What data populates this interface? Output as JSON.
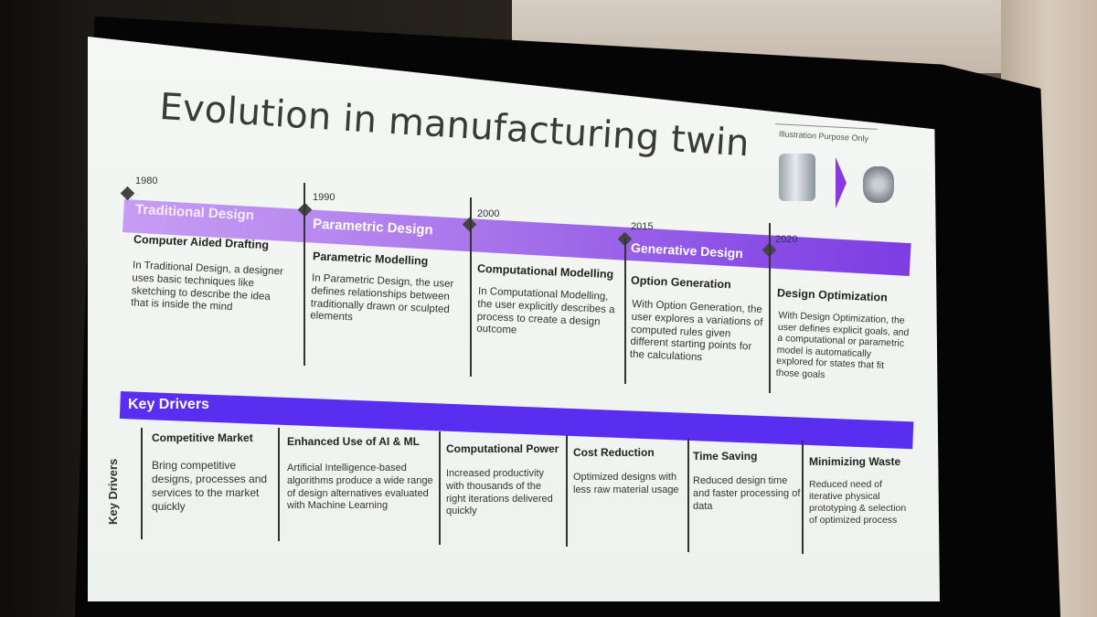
{
  "slide": {
    "title": "Evolution in manufacturing twin",
    "illustration_note": "Illustration Purpose Only"
  },
  "timeline": {
    "years": [
      "1980",
      "1990",
      "2000",
      "2015",
      "2020"
    ],
    "eras": [
      {
        "label": "Traditional Design"
      },
      {
        "label": "Parametric Design"
      },
      {
        "label": "Generative Design"
      }
    ],
    "columns": [
      {
        "heading": "Computer Aided Drafting",
        "body": "In Traditional Design, a designer uses basic techniques like sketching to describe the idea that is inside the mind"
      },
      {
        "heading": "Parametric Modelling",
        "body": "In Parametric Design, the user defines relationships between traditionally drawn or sculpted elements"
      },
      {
        "heading": "Computational Modelling",
        "body": "In Computational Modelling, the user explicitly describes a process to create a design outcome"
      },
      {
        "heading": "Option Generation",
        "body": "With Option Generation, the user explores a variations of computed rules given different starting points for the calculations"
      },
      {
        "heading": "Design Optimization",
        "body": "With Design Optimization, the user defines explicit goals, and a computational or parametric model is automatically explored for states that fit those goals"
      }
    ]
  },
  "key_drivers": {
    "title": "Key Drivers",
    "side_label": "Key Drivers",
    "items": [
      {
        "heading": "Competitive Market",
        "body": "Bring competitive designs, processes and services to the market quickly"
      },
      {
        "heading": "Enhanced Use of AI & ML",
        "body": "Artificial Intelligence-based algorithms produce a wide range of design alternatives evaluated with Machine Learning"
      },
      {
        "heading": "Computational Power",
        "body": "Increased productivity with thousands of the right iterations delivered quickly"
      },
      {
        "heading": "Cost Reduction",
        "body": "Optimized designs with less raw material usage"
      },
      {
        "heading": "Time Saving",
        "body": "Reduced design time and faster processing of data"
      },
      {
        "heading": "Minimizing Waste",
        "body": "Reduced need of iterative physical prototyping & selection of optimized process"
      }
    ]
  },
  "colors": {
    "accent_purple": "#5a2ef0",
    "band_light": "#c69df2",
    "band_dark": "#7d3de2"
  }
}
